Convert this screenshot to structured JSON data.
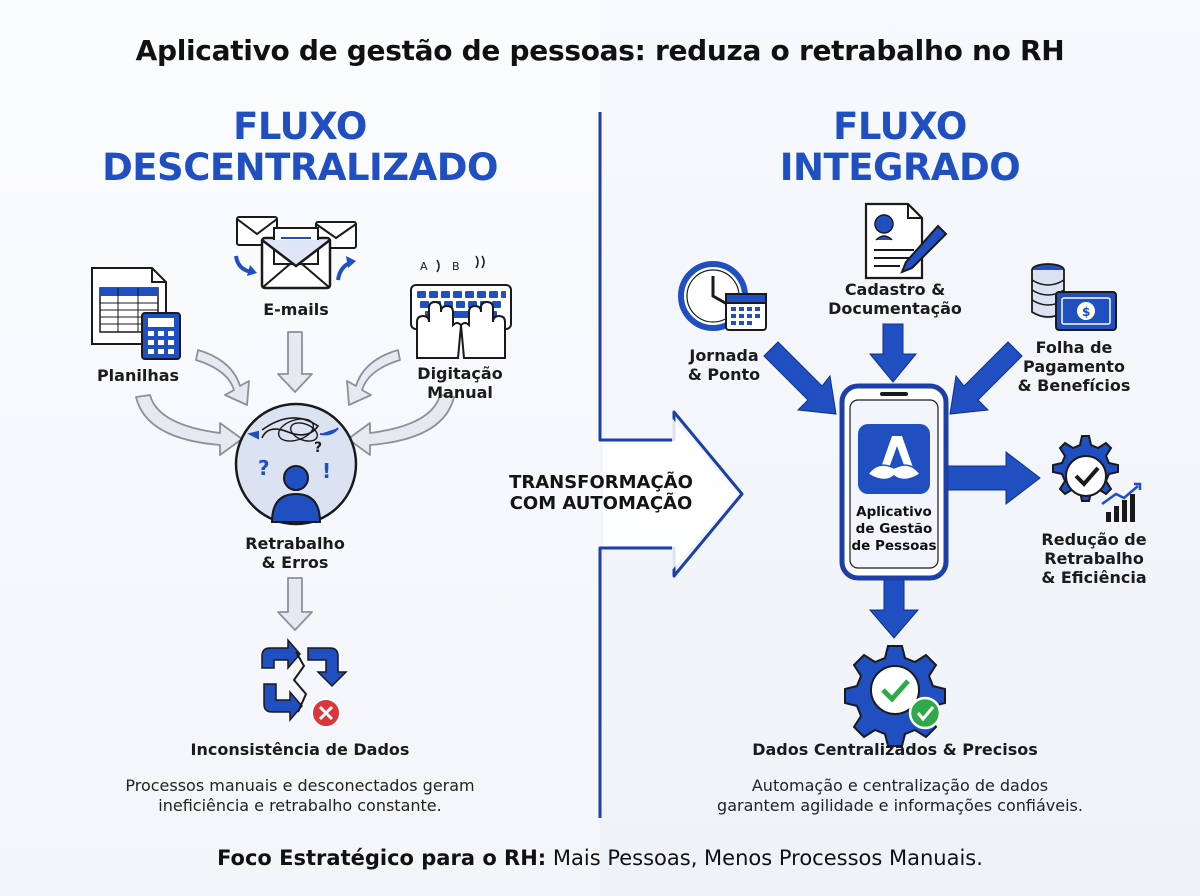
{
  "title": "Aplicativo de gestão de pessoas: reduza o retrabalho no RH",
  "left": {
    "heading_line1": "FLUXO",
    "heading_line2": "DESCENTRALIZADO",
    "sources": {
      "emails": "E-mails",
      "spreadsheets": "Planilhas",
      "manual_typing_line1": "Digitação",
      "manual_typing_line2": "Manual"
    },
    "center_line1": "Retrabalho",
    "center_line2": "& Erros",
    "result": "Inconsistência de Dados",
    "description_line1": "Processos manuais e desconectados geram",
    "description_line2": "ineficiência e retrabalho constante."
  },
  "transition": {
    "line1": "TRANSFORMAÇÃO",
    "line2": "COM AUTOMAÇÃO"
  },
  "right": {
    "heading_line1": "FLUXO",
    "heading_line2": "INTEGRADO",
    "inputs": {
      "registration_line1": "Cadastro &",
      "registration_line2": "Documentação",
      "hours_line1": "Jornada",
      "hours_line2": "& Ponto",
      "payroll_line1": "Folha de",
      "payroll_line2": "Pagamento",
      "payroll_line3": "& Benefícios"
    },
    "app_line1": "Aplicativo",
    "app_line2": "de Gestão",
    "app_line3": "de Pessoas",
    "output_line1": "Redução de",
    "output_line2": "Retrabalho",
    "output_line3": "& Eficiência",
    "result": "Dados Centralizados & Precisos",
    "description_line1": "Automação e centralização de dados",
    "description_line2": "garantem agilidade e informações confiáveis."
  },
  "footer": {
    "bold": "Foco Estratégico para o RH:",
    "regular": " Mais Pessoas, Menos Processos Manuais."
  },
  "colors": {
    "brand_blue": "#1f4fc1",
    "dark_blue": "#1c3fa8",
    "light_gray_arrow": "#e6e9ef",
    "error_red": "#d9363e",
    "success_green": "#2eaa4a"
  }
}
